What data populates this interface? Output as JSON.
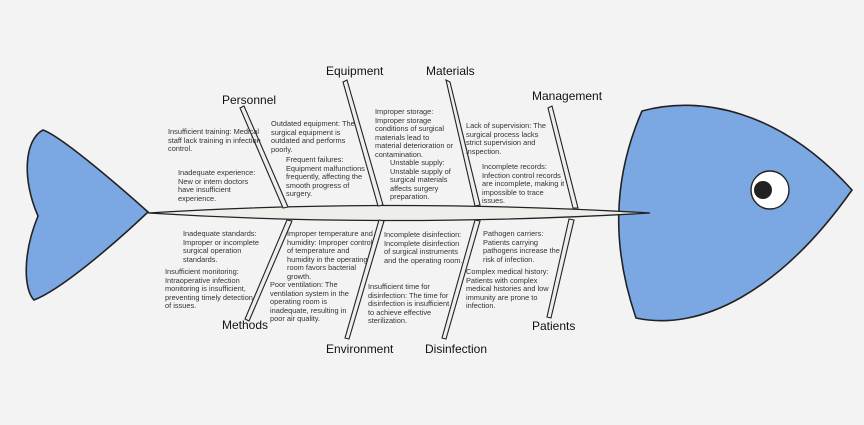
{
  "colors": {
    "background": "#f3f3f3",
    "fish": "#7ba7e3",
    "outline": "#222222",
    "bone": "#eeeeea",
    "text": "#333333"
  },
  "categories": {
    "personnel": "Personnel",
    "equipment": "Equipment",
    "materials": "Materials",
    "management": "Management",
    "methods": "Methods",
    "environment": "Environment",
    "disinfection": "Disinfection",
    "patients": "Patients"
  },
  "causes": {
    "personnel_training": "Insufficient training: Medical staff lack training in infection control.",
    "personnel_experience": "Inadequate experience: New or intern doctors have insufficient experience.",
    "equipment_outdated": "Outdated equipment: The surgical equipment is outdated and performs poorly.",
    "equipment_failures": "Frequent failures: Equipment malfunctions frequently, affecting the smooth progress of surgery.",
    "materials_storage": "Improper storage: Improper storage conditions of surgical materials lead to material deterioration or contamination.",
    "materials_supply": "Unstable supply: Unstable supply of surgical materials affects surgery preparation.",
    "management_supervision": "Lack of supervision: The surgical process lacks strict supervision and inspection.",
    "management_records": "Incomplete records: Infection control records are incomplete, making it impossible to trace issues.",
    "methods_standards": "Inadequate standards: Improper or incomplete surgical operation standards.",
    "methods_monitoring": "Insufficient monitoring: Intraoperative infection monitoring is insufficient, preventing timely detection of issues.",
    "environment_temperature": "Improper temperature and humidity: Improper control of temperature and humidity in the operating room favors bacterial growth.",
    "environment_ventilation": "Poor ventilation: The ventilation system in the operating room is inadequate, resulting in poor air quality.",
    "disinfection_incomplete": "Incomplete disinfection: Incomplete disinfection of surgical instruments and the operating room.",
    "disinfection_time": "Insufficient time for disinfection: The time for disinfection is insufficient to achieve effective sterilization.",
    "patients_carriers": "Pathogen carriers: Patients carrying pathogens increase the risk of infection.",
    "patients_history": "Complex medical history: Patients with complex medical histories and low immunity are prone to infection."
  }
}
